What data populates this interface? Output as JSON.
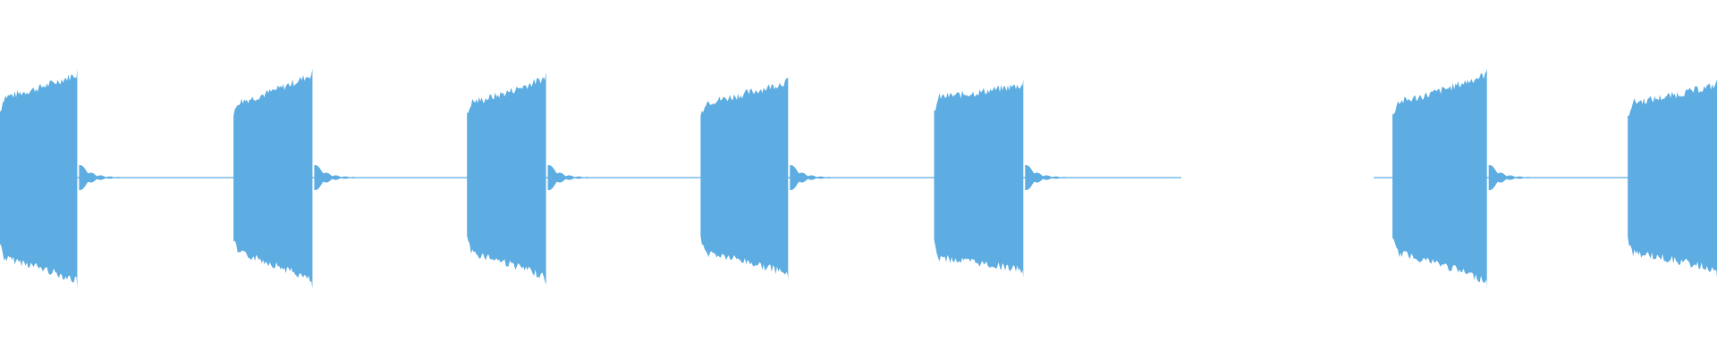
{
  "waveform": {
    "color": "#5dade2",
    "background": "#ffffff",
    "bursts": [
      {
        "start": 0.0,
        "end": 0.045,
        "amp_start": 0.45,
        "amp_end": 0.58
      },
      {
        "start": 0.136,
        "end": 0.182,
        "amp_start": 0.42,
        "amp_end": 0.58
      },
      {
        "start": 0.272,
        "end": 0.318,
        "amp_start": 0.42,
        "amp_end": 0.56
      },
      {
        "start": 0.408,
        "end": 0.459,
        "amp_start": 0.42,
        "amp_end": 0.54
      },
      {
        "start": 0.544,
        "end": 0.596,
        "amp_start": 0.45,
        "amp_end": 0.52
      },
      {
        "start": 0.811,
        "end": 0.866,
        "amp_start": 0.42,
        "amp_end": 0.58
      },
      {
        "start": 0.948,
        "end": 1.0,
        "amp_start": 0.42,
        "amp_end": 0.52
      }
    ],
    "silent_segments": [
      {
        "start": 0.688,
        "end": 0.8
      }
    ]
  }
}
